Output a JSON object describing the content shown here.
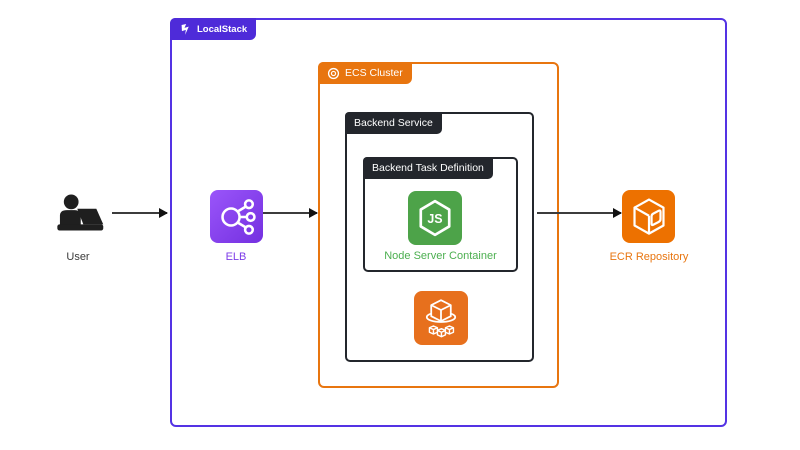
{
  "containers": {
    "localstack": {
      "label": "LocalStack",
      "tab_color": "#4e2bd9",
      "border_color": "#5433e4"
    },
    "ecs_cluster": {
      "label": "ECS Cluster",
      "color": "#e8750f"
    },
    "backend_service": {
      "label": "Backend Service",
      "color": "#23262c"
    },
    "backend_task": {
      "label": "Backend Task Definition",
      "color": "#23262c"
    }
  },
  "nodes": {
    "user": {
      "label": "User",
      "color": "#1f1f1f"
    },
    "elb": {
      "label": "ELB",
      "label_color": "#7d3ce8",
      "tile_color": "#8a46f5"
    },
    "node_server": {
      "label": "Node Server Container",
      "icon_text": "JS",
      "tile_color": "#4da349",
      "label_color": "#4caf50"
    },
    "ecs_task": {
      "icon": "ecs-service-icon",
      "tile_color": "#e7701d"
    },
    "ecr": {
      "label": "ECR Repository",
      "tile_color": "#ed7100",
      "label_color": "#e8750f"
    }
  },
  "arrows": [
    {
      "from": "user",
      "to": "elb"
    },
    {
      "from": "elb",
      "to": "ecs-cluster"
    },
    {
      "from": "backend-service",
      "to": "ecr"
    }
  ],
  "colors": {
    "arrow": "#3c3c3c",
    "background": "#ffffff"
  }
}
